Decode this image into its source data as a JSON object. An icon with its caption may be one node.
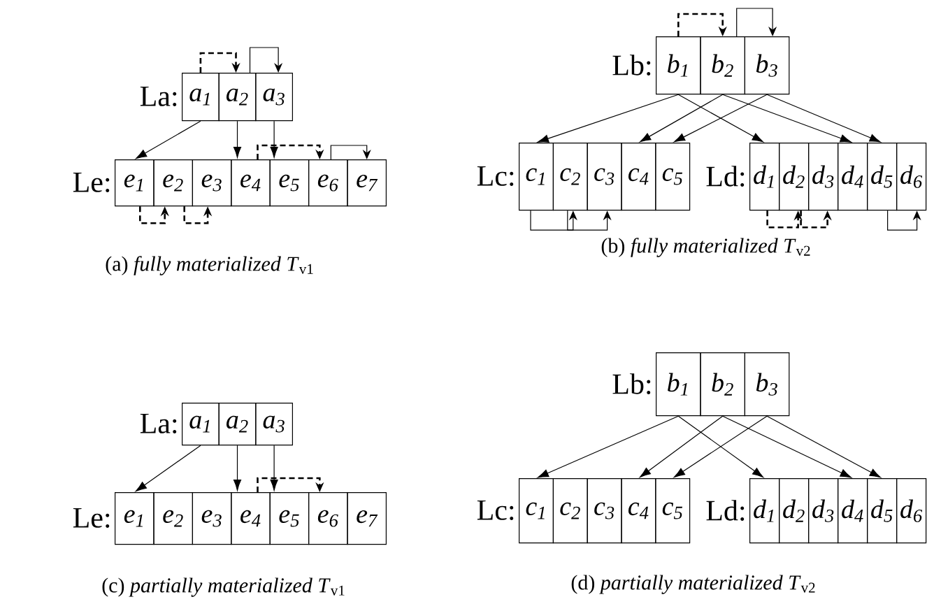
{
  "diagram": {
    "nodes": [
      {
        "text": [
          "a$_{1}$"
        ]
      },
      {
        "text": [
          "a$_{2}$"
        ]
      },
      {
        "text": [
          "a$_{3}$"
        ]
      },
      {
        "text": [
          "e$_{1}$"
        ]
      },
      {
        "text": [
          "e$_{2}$"
        ]
      },
      {
        "text": [
          "e$_{3}$"
        ]
      },
      {
        "text": [
          "e$_{4}$"
        ]
      },
      {
        "text": [
          "e$_{5}$"
        ]
      },
      {
        "text": [
          "e$_{6}$"
        ]
      },
      {
        "text": [
          "e$_{7}$"
        ]
      },
      {
        "text": [
          "b$_{1}$"
        ]
      },
      {
        "text": [
          "b$_{2}$"
        ]
      },
      {
        "text": [
          "b$_{3}$"
        ]
      },
      {
        "text": [
          "c$_{1}$"
        ]
      },
      {
        "text": [
          "c$_{2}$"
        ]
      },
      {
        "text": [
          "c$_{3}$"
        ]
      },
      {
        "text": [
          "c$_{4}$"
        ]
      },
      {
        "text": [
          "c$_{5}$"
        ]
      },
      {
        "text": [
          "d$_{1}$"
        ]
      },
      {
        "text": [
          "d$_{2}$"
        ]
      },
      {
        "text": [
          "d$_{3}$"
        ]
      },
      {
        "text": [
          "d$_{4}$"
        ]
      },
      {
        "text": [
          "d$_{5}$"
        ]
      },
      {
        "text": [
          "d$_{6}$"
        ]
      },
      {
        "text": [
          "a$_{1}$"
        ]
      },
      {
        "text": [
          "a$_{2}$"
        ]
      },
      {
        "text": [
          "a$_{3}$"
        ]
      },
      {
        "text": [
          "e$_{1}$"
        ]
      },
      {
        "text": [
          "e$_{2}$"
        ]
      },
      {
        "text": [
          "e$_{3}$"
        ]
      },
      {
        "text": [
          "e$_{4}$"
        ]
      },
      {
        "text": [
          "e$_{5}$"
        ]
      },
      {
        "text": [
          "e$_{6}$"
        ]
      },
      {
        "text": [
          "e$_{7}$"
        ]
      },
      {
        "text": [
          "b$_{1}$"
        ]
      },
      {
        "text": [
          "b$_{2}$"
        ]
      },
      {
        "text": [
          "b$_{3}$"
        ]
      },
      {
        "text": [
          "c$_{1}$"
        ]
      },
      {
        "text": [
          "c$_{2}$"
        ]
      },
      {
        "text": [
          "c$_{3}$"
        ]
      },
      {
        "text": [
          "c$_{4}$"
        ]
      },
      {
        "text": [
          "c$_{5}$"
        ]
      },
      {
        "text": [
          "d$_{1}$"
        ]
      },
      {
        "text": [
          "d$_{2}$"
        ]
      },
      {
        "text": [
          "d$_{3}$"
        ]
      },
      {
        "text": [
          "d$_{4}$"
        ]
      },
      {
        "text": [
          "d$_{5}$"
        ]
      },
      {
        "text": [
          "d$_{6}$"
        ]
      }
    ],
    "edges": [
      {
        "from": 0,
        "to": 3,
        "arrow": "to"
      },
      {
        "from": 1,
        "to": 6,
        "arrow": "to"
      },
      {
        "from": 2,
        "to": 7,
        "arrow": "to"
      },
      {
        "from": 0,
        "to": 1,
        "arrow": "to",
        "style": "dashed"
      },
      {
        "from": 1,
        "to": 2,
        "arrow": "to"
      },
      {
        "from": 6,
        "to": 8,
        "arrow": "to",
        "style": "dashed"
      },
      {
        "from": 8,
        "to": 9,
        "arrow": "to"
      },
      {
        "from": 3,
        "to": 4,
        "arrow": "to",
        "style": "dashed"
      },
      {
        "from": 4,
        "to": 5,
        "arrow": "to",
        "style": "dashed"
      },
      {
        "from": 10,
        "to": 13,
        "arrow": "to"
      },
      {
        "from": 10,
        "to": 18,
        "arrow": "to"
      },
      {
        "from": 11,
        "to": 16,
        "arrow": "to"
      },
      {
        "from": 11,
        "to": 21,
        "arrow": "to"
      },
      {
        "from": 12,
        "to": 17,
        "arrow": "to"
      },
      {
        "from": 12,
        "to": 22,
        "arrow": "to"
      },
      {
        "from": 10,
        "to": 11,
        "arrow": "to",
        "style": "dashed"
      },
      {
        "from": 11,
        "to": 12,
        "arrow": "to"
      },
      {
        "from": 13,
        "to": 14,
        "arrow": "to"
      },
      {
        "from": 14,
        "to": 15,
        "arrow": "to"
      },
      {
        "from": 18,
        "to": 19,
        "arrow": "to",
        "style": "dashed"
      },
      {
        "from": 19,
        "to": 20,
        "arrow": "to",
        "style": "dashed"
      },
      {
        "from": 22,
        "to": 23,
        "arrow": "to"
      },
      {
        "from": 24,
        "to": 27,
        "arrow": "to"
      },
      {
        "from": 25,
        "to": 30,
        "arrow": "to"
      },
      {
        "from": 26,
        "to": 31,
        "arrow": "to"
      },
      {
        "from": 30,
        "to": 32,
        "arrow": "to",
        "style": "dashed"
      },
      {
        "from": 34,
        "to": 37,
        "arrow": "to"
      },
      {
        "from": 34,
        "to": 42,
        "arrow": "to"
      },
      {
        "from": 35,
        "to": 40,
        "arrow": "to"
      },
      {
        "from": 35,
        "to": 45,
        "arrow": "to"
      },
      {
        "from": 36,
        "to": 41,
        "arrow": "to"
      },
      {
        "from": 36,
        "to": 46,
        "arrow": "to"
      }
    ],
    "labels": [
      "La:",
      "Le:",
      "(a) *fully materialized T*$_{v1}$",
      "Lb:",
      "Lc:",
      "Ld:",
      "(b) *fully materialized T*$_{v2}$",
      "La:",
      "Le:",
      "(c) *partially materialized T*$_{v1}$",
      "Lb:",
      "Lc:",
      "Ld:",
      "(d) *partially materialized T*$_{v2}$"
    ]
  }
}
